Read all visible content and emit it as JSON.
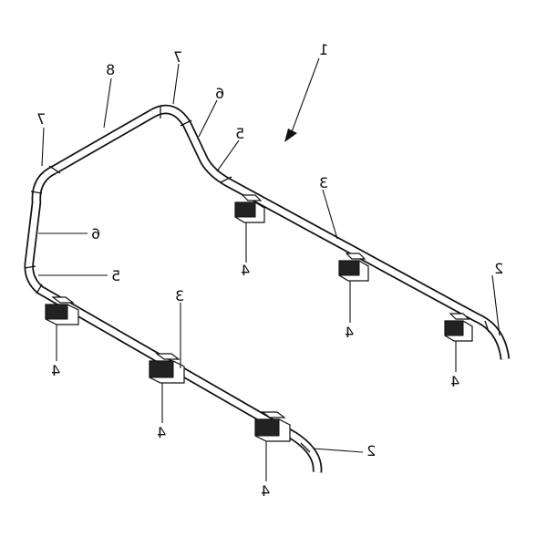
{
  "reference_numerals": {
    "assembly": "1",
    "end_right": "2",
    "end_left": "2",
    "rail_right": "3",
    "rail_left": "3",
    "clamp_r1": "4",
    "clamp_r2": "4",
    "clamp_r3": "4",
    "clamp_l1": "4",
    "clamp_l2": "4",
    "clamp_l3": "4",
    "bend_right": "5",
    "bend_left": "5",
    "upright_right": "6",
    "upright_left": "6",
    "corner_top": "7",
    "corner_left": "7",
    "crossbar": "8"
  }
}
